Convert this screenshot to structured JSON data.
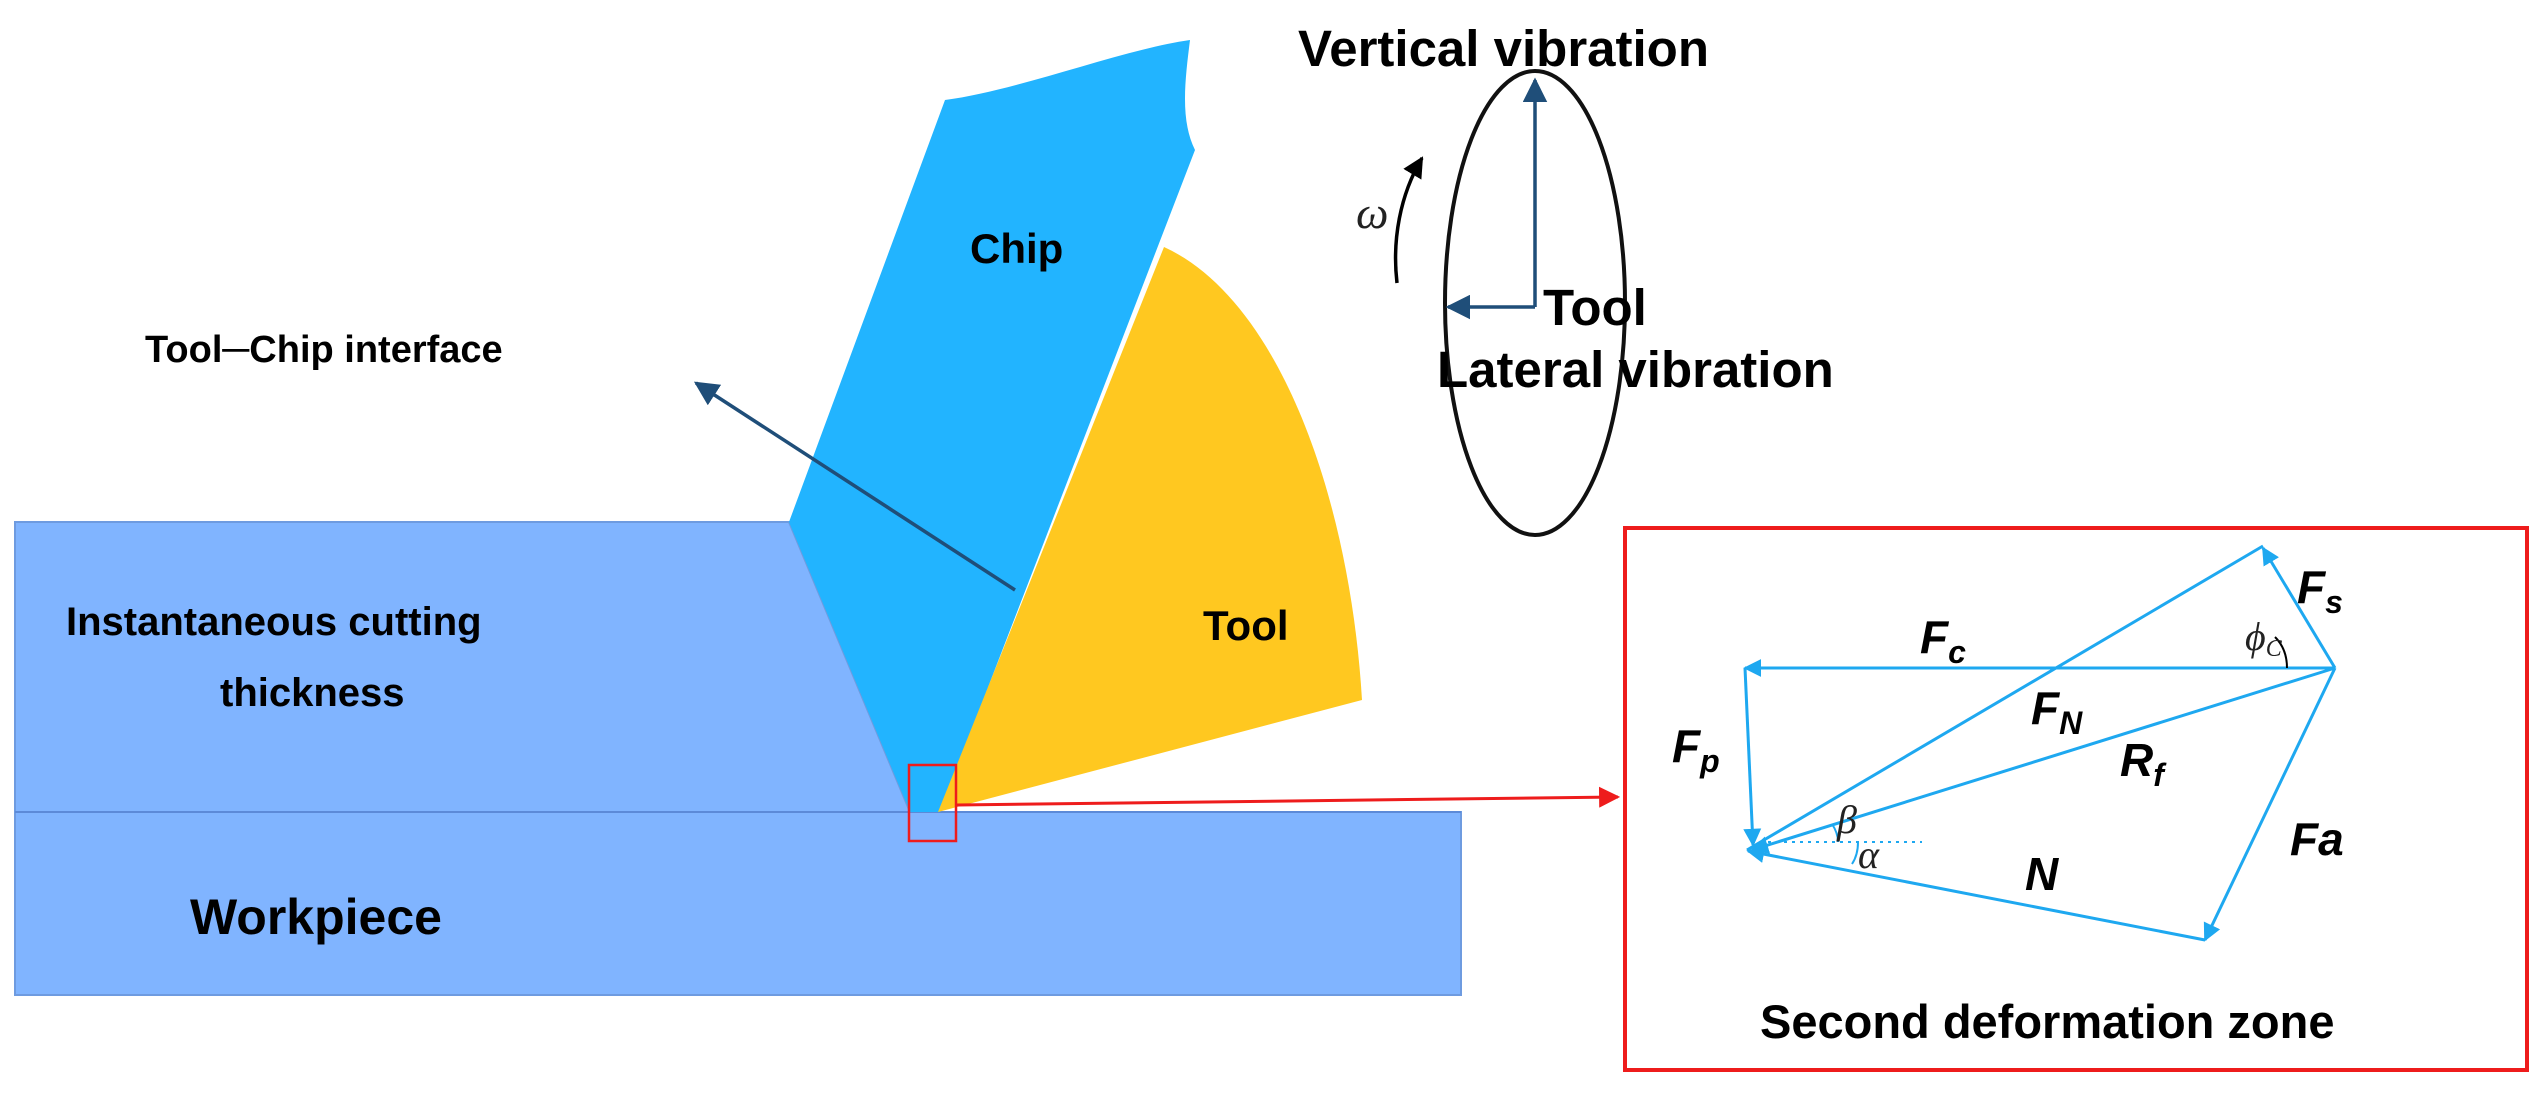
{
  "colors": {
    "workpiece": "#80B4FF",
    "workpiece_stroke": "#6E9BE0",
    "chip": "#22B4FF",
    "tool": "#FFC820",
    "interface_arrow": "#1F4E79",
    "vibration_arrow": "#1F4E79",
    "force_arrow": "#1EA8F0",
    "highlight": "#EE1C1C",
    "text": "#000000"
  },
  "labels": {
    "chip": "Chip",
    "tool": "Tool",
    "interface": "Tool─Chip interface",
    "thickness_line1": "Instantaneous cutting",
    "thickness_line2": "thickness",
    "workpiece": "Workpiece"
  },
  "vibration": {
    "vertical": "Vertical vibration",
    "lateral": "Lateral vibration",
    "tool": "Tool",
    "omega": "ω"
  },
  "forces": {
    "zone_title": "Second deformation zone",
    "Fc": {
      "main": "F",
      "sub": "c"
    },
    "Fs": {
      "main": "F",
      "sub": "s"
    },
    "FN": {
      "main": "F",
      "sub": "N"
    },
    "Rf": {
      "main": "R",
      "sub": "f"
    },
    "Fp": {
      "main": "F",
      "sub": "p"
    },
    "Fa": "Fa",
    "N": "N",
    "beta": "β",
    "alpha": "α",
    "phi": {
      "main": "ϕ",
      "sub": "C"
    }
  }
}
